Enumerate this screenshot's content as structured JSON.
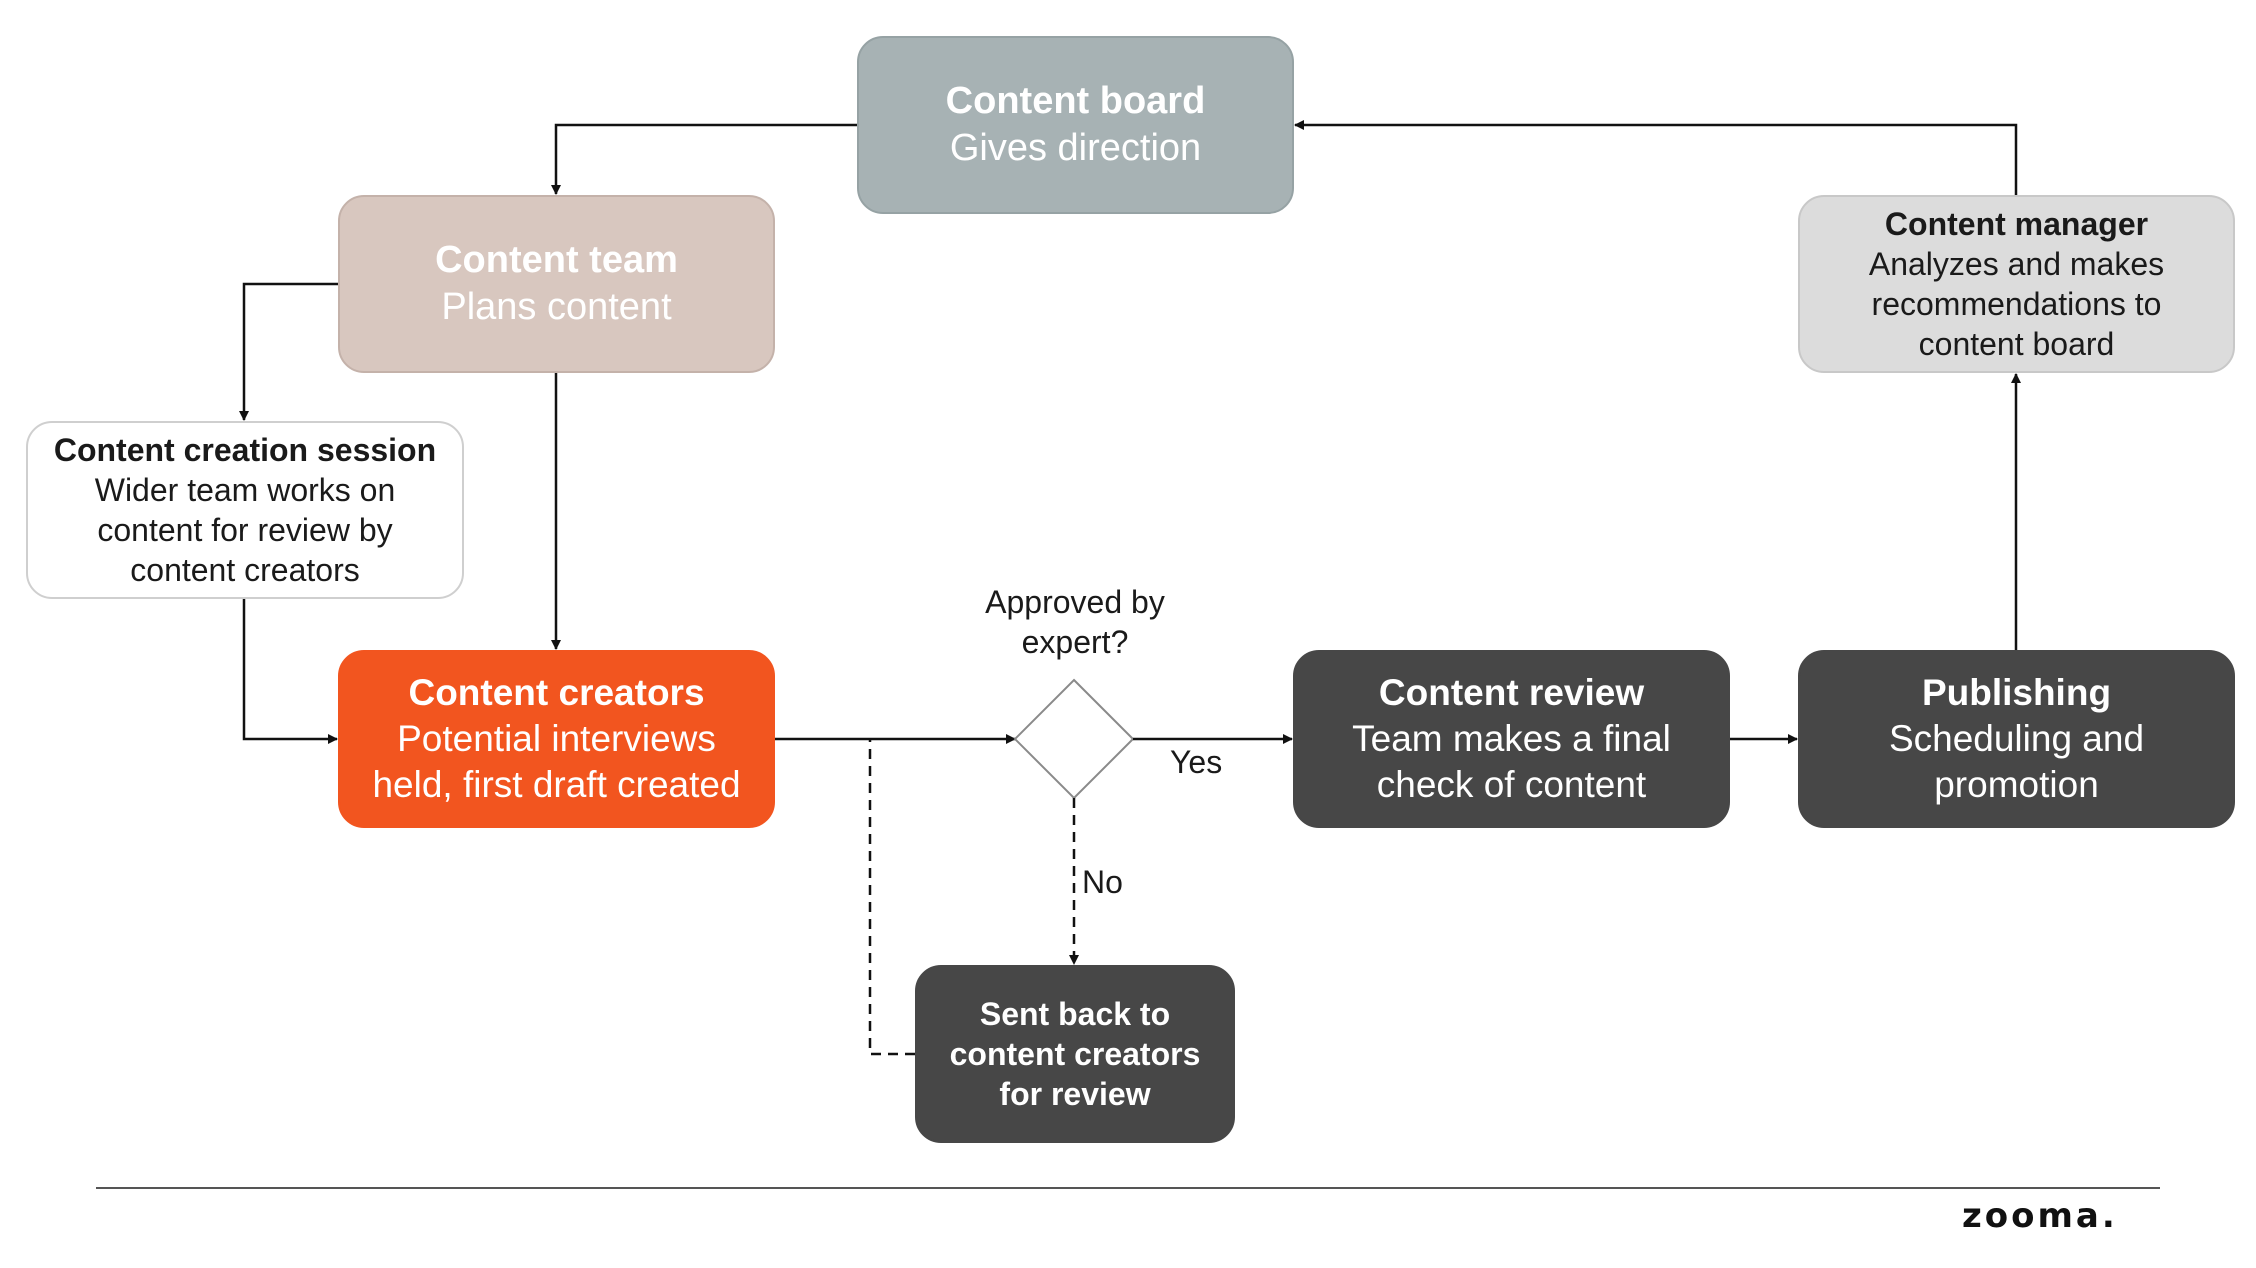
{
  "nodes": {
    "content_board": {
      "title": "Content board",
      "desc": "Gives direction"
    },
    "content_team": {
      "title": "Content team",
      "desc": "Plans content"
    },
    "content_creation_session": {
      "title": "Content creation session",
      "desc_lines": [
        "Wider team works on",
        "content for review by",
        "content creators"
      ]
    },
    "content_creators": {
      "title": "Content creators",
      "desc_lines": [
        "Potential interviews",
        "held, first draft created"
      ]
    },
    "content_review": {
      "title": "Content review",
      "desc_lines": [
        "Team makes a final",
        "check of content"
      ]
    },
    "publishing": {
      "title": "Publishing",
      "desc_lines": [
        "Scheduling and",
        "promotion"
      ]
    },
    "content_manager": {
      "title": "Content manager",
      "desc_lines": [
        "Analyzes and makes",
        "recommendations to",
        "content board"
      ]
    },
    "sent_back": {
      "lines": [
        "Sent back to",
        "content creators",
        "for review"
      ]
    }
  },
  "decision": {
    "question_lines": [
      "Approved by",
      "expert?"
    ],
    "yes_label": "Yes",
    "no_label": "No"
  },
  "brand": {
    "logo_text": "zooma.",
    "colors": {
      "orange": "#f2551f",
      "dark": "#474747",
      "board_gray": "#a7b2b4",
      "team_beige": "#d8c7bf",
      "manager_gray": "#dcdcdc"
    }
  }
}
